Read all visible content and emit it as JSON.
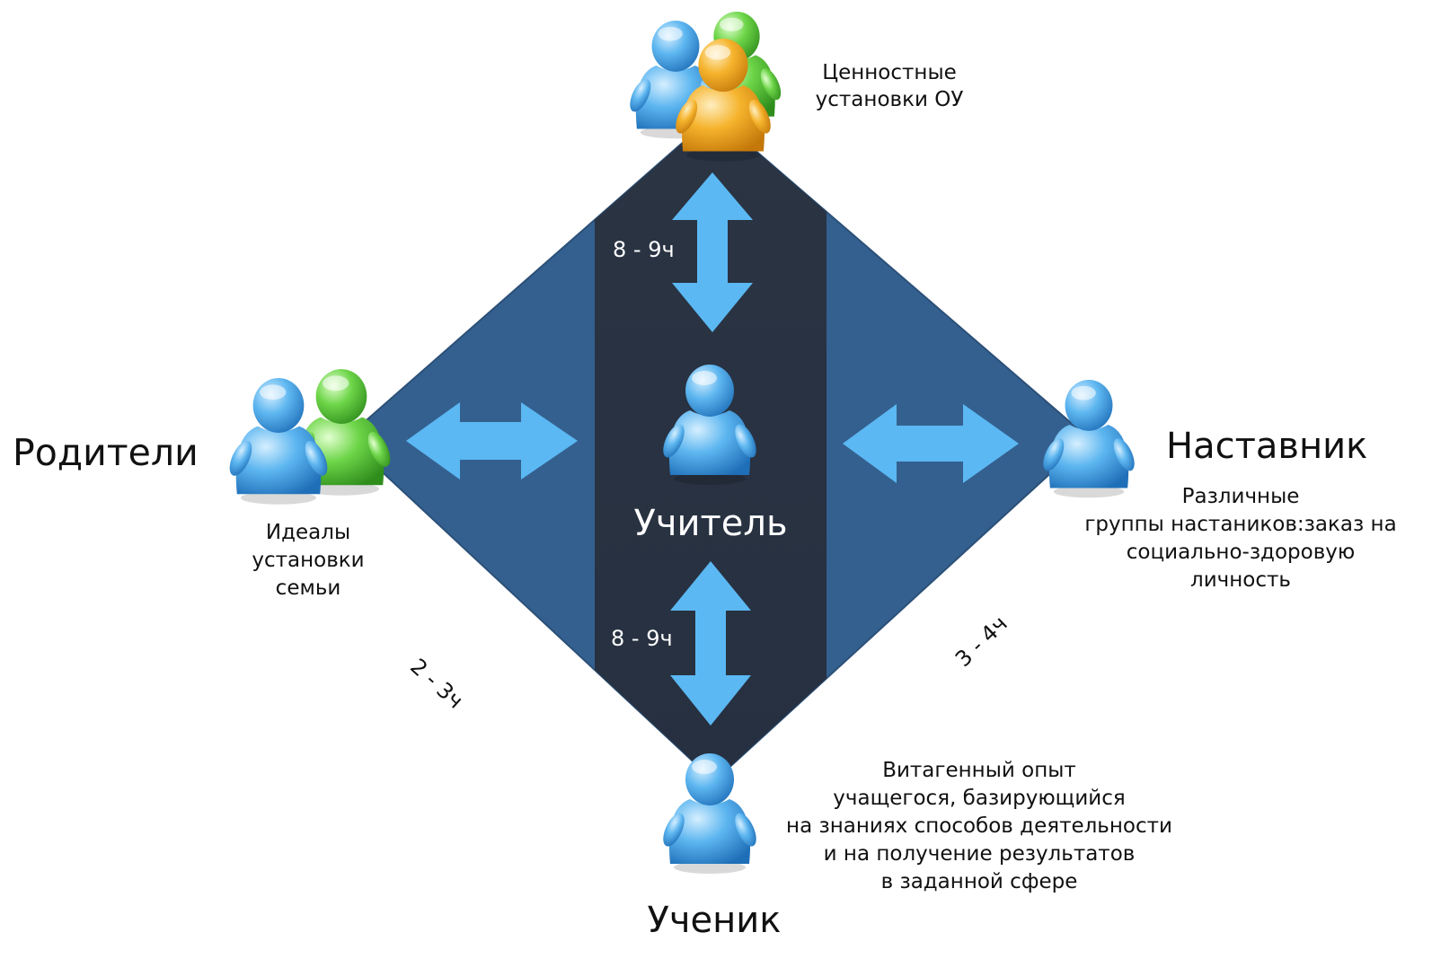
{
  "colors": {
    "diamond": "#34608f",
    "diamond_edge": "#2b5078",
    "center_band": "#2a3443",
    "arrow": "#5bb8f3",
    "person_blue": "#4aa3e6",
    "person_green": "#53c23a",
    "person_orange": "#f1a21a"
  },
  "nodes": {
    "top": {
      "desc_lines": [
        "Ценностные",
        "установки ОУ"
      ],
      "icons": [
        "person-blue-icon",
        "person-green-icon",
        "person-orange-icon"
      ]
    },
    "left": {
      "title": "Родители",
      "desc_lines": [
        "Идеалы",
        "установки",
        "семьи"
      ],
      "icons": [
        "person-blue-icon",
        "person-green-icon"
      ]
    },
    "center": {
      "title": "Учитель",
      "icons": [
        "person-blue-icon"
      ]
    },
    "right": {
      "title": "Наставник",
      "desc_lines": [
        "Различные",
        "группы настаников:заказ на",
        "социально-здоровую",
        "личность"
      ],
      "icons": [
        "person-blue-icon"
      ]
    },
    "bottom": {
      "title": "Ученик",
      "desc_lines": [
        "Витагенный опыт",
        "учащегося, базирующийся",
        "на знаниях способов деятельности",
        "и на получение результатов",
        "в заданной сфере"
      ],
      "icons": [
        "person-blue-icon"
      ]
    }
  },
  "edges": {
    "top_center_hours": "8 - 9ч",
    "center_bottom_hours": "8 - 9ч",
    "left_hours": "2 - 3ч",
    "right_hours": "3 - 4ч"
  }
}
